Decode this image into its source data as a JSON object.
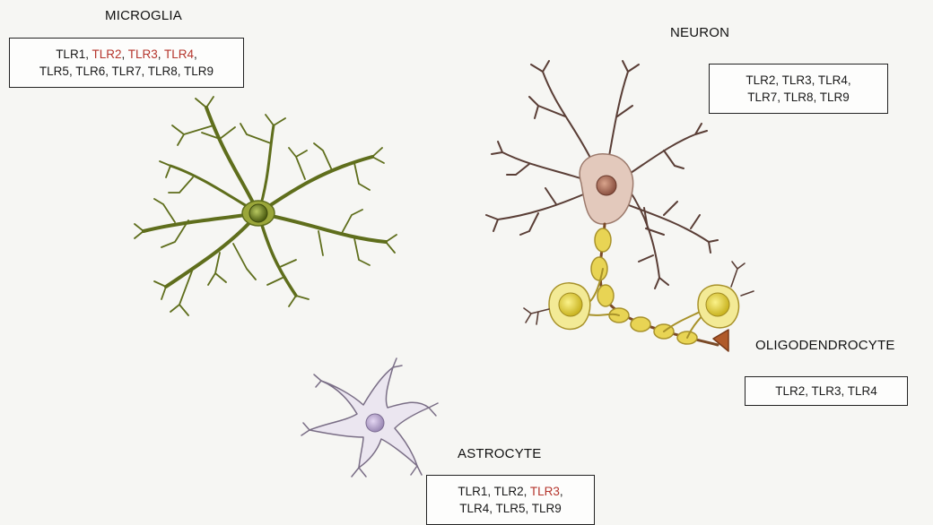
{
  "colors": {
    "highlight": "#b5352c",
    "normal": "#1a1a1a",
    "microglia": "#6a7a24",
    "neuron": "#c8a89a",
    "oligodendrocyte": "#e0cf55",
    "astrocyte": "#d9d0e4"
  },
  "cells": [
    {
      "id": "microglia",
      "name": "MICROGLIA",
      "lines": [
        [
          {
            "t": "TLR1",
            "hl": false
          },
          {
            "t": "TLR2",
            "hl": true
          },
          {
            "t": "TLR3",
            "hl": true
          },
          {
            "t": "TLR4",
            "hl": true
          }
        ],
        [
          {
            "t": "TLR5",
            "hl": false
          },
          {
            "t": "TLR6",
            "hl": false
          },
          {
            "t": "TLR7",
            "hl": false
          },
          {
            "t": "TLR8",
            "hl": false
          },
          {
            "t": "TLR9",
            "hl": false
          }
        ]
      ]
    },
    {
      "id": "neuron",
      "name": "NEURON",
      "lines": [
        [
          {
            "t": "TLR2",
            "hl": false
          },
          {
            "t": "TLR3",
            "hl": false
          },
          {
            "t": "TLR4",
            "hl": false
          }
        ],
        [
          {
            "t": "TLR7",
            "hl": false
          },
          {
            "t": "TLR8",
            "hl": false
          },
          {
            "t": "TLR9",
            "hl": false
          }
        ]
      ]
    },
    {
      "id": "oligodendrocyte",
      "name": "OLIGODENDROCYTE",
      "lines": [
        [
          {
            "t": "TLR2",
            "hl": false
          },
          {
            "t": "TLR3",
            "hl": false
          },
          {
            "t": "TLR4",
            "hl": false
          }
        ]
      ]
    },
    {
      "id": "astrocyte",
      "name": "ASTROCYTE",
      "lines": [
        [
          {
            "t": "TLR1",
            "hl": false
          },
          {
            "t": "TLR2",
            "hl": false
          },
          {
            "t": "TLR3",
            "hl": true
          }
        ],
        [
          {
            "t": "TLR4",
            "hl": false
          },
          {
            "t": "TLR5",
            "hl": false
          },
          {
            "t": "TLR9",
            "hl": false
          }
        ]
      ]
    }
  ]
}
